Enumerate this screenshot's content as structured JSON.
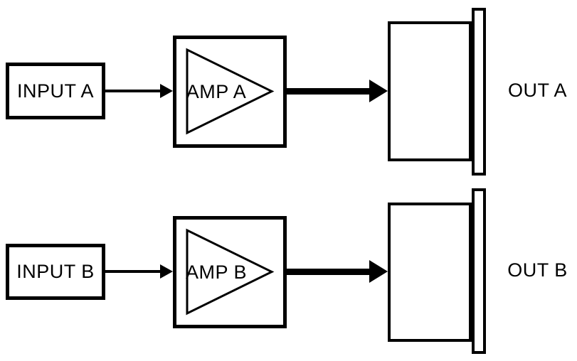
{
  "colors": {
    "background": "#ffffff",
    "ink": "#000000"
  },
  "diagram": {
    "type": "block-diagram",
    "description_labels": {
      "amplifier_symbol": "triangle-amplifier"
    },
    "channels": [
      {
        "input_label": "INPUT A",
        "amp_label": "AMP A",
        "out_label": "OUT A"
      },
      {
        "input_label": "INPUT B",
        "amp_label": "AMP B",
        "out_label": "OUT B"
      }
    ]
  }
}
